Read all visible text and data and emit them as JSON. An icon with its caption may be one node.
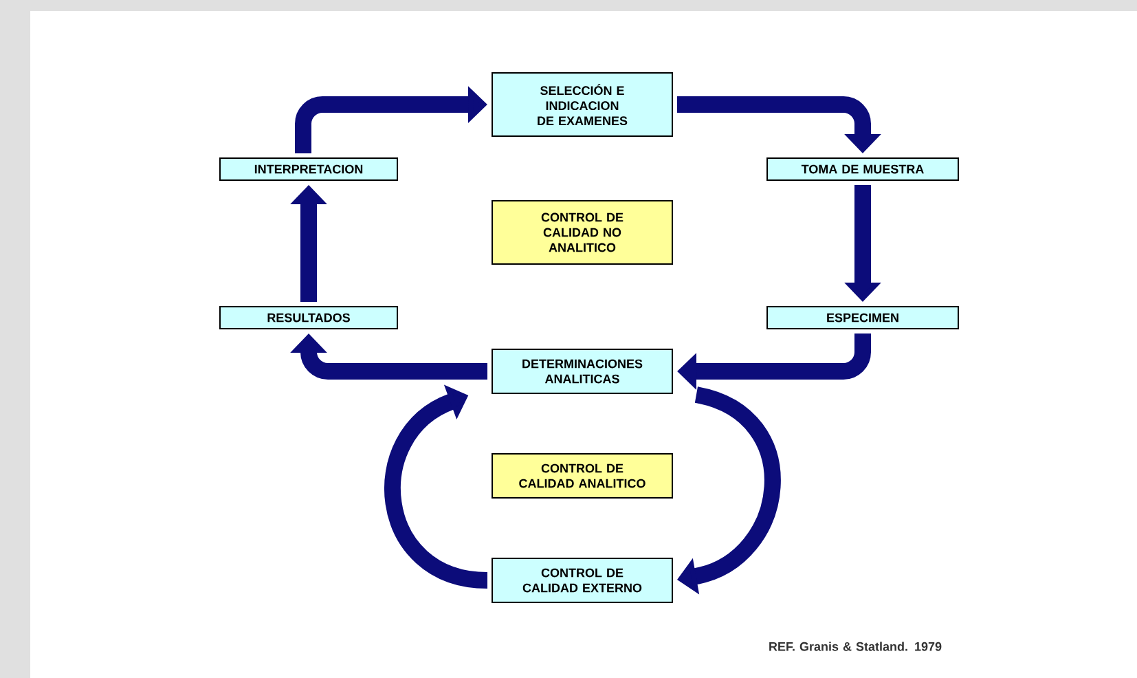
{
  "diagram": {
    "nodes": [
      {
        "text": [
          "SELECCIÓN E INDICACION DE EXAMENES"
        ]
      },
      {
        "text": [
          "INTERPRETACION"
        ]
      },
      {
        "text": [
          "TOMA DE MUESTRA"
        ]
      },
      {
        "text": [
          "CONTROL DE CALIDAD NO ANALITICO"
        ]
      },
      {
        "text": [
          "RESULTADOS"
        ]
      },
      {
        "text": [
          "ESPECIMEN"
        ]
      },
      {
        "text": [
          "DETERMINACIONES ANALITICAS"
        ]
      },
      {
        "text": [
          "CONTROL DE CALIDAD ANALITICO"
        ]
      },
      {
        "text": [
          "CONTROL DE CALIDAD EXTERNO"
        ]
      }
    ],
    "edges": [
      {
        "from": 1,
        "to": 0,
        "arrow": "to"
      },
      {
        "from": 0,
        "to": 2,
        "arrow": "to"
      },
      {
        "from": 2,
        "to": 5,
        "arrow": "to"
      },
      {
        "from": 5,
        "to": 6,
        "arrow": "to"
      },
      {
        "from": 6,
        "to": 4,
        "arrow": "to"
      },
      {
        "from": 4,
        "to": 1,
        "arrow": "to"
      },
      {
        "from": 6,
        "to": 8,
        "arrow": "to"
      },
      {
        "from": 8,
        "to": 6,
        "arrow": "to"
      }
    ],
    "labels": [
      "REF. Granis & Statland. 1979"
    ]
  }
}
